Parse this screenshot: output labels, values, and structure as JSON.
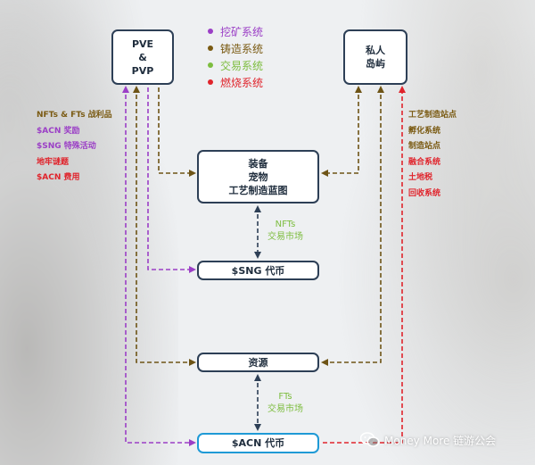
{
  "boxes": {
    "pve": {
      "line1": "PVE",
      "line2": "&",
      "line3": "PVP"
    },
    "island": {
      "line1": "私人",
      "line2": "岛屿"
    },
    "equipment": {
      "line1": "装备",
      "line2": "宠物",
      "line3": "工艺制造蓝图"
    },
    "sng": {
      "label": "$SNG 代币"
    },
    "resources": {
      "label": "资源"
    },
    "acn": {
      "label": "$ACN 代币"
    }
  },
  "legend": [
    {
      "label": "挖矿系统",
      "color": "#9b3fc6"
    },
    {
      "label": "铸造系统",
      "color": "#7a5a12"
    },
    {
      "label": "交易系统",
      "color": "#7dbd3f"
    },
    {
      "label": "燃烧系统",
      "color": "#e0242c"
    }
  ],
  "left_list": [
    {
      "text": "NFTs & FTs 战利品",
      "color": "#7a5a12"
    },
    {
      "text": "$ACN 奖励",
      "color": "#9b3fc6"
    },
    {
      "text": "$SNG 特殊活动",
      "color": "#9b3fc6"
    },
    {
      "text": "地牢谜题",
      "color": "#e0242c"
    },
    {
      "text": "$ACN 费用",
      "color": "#e0242c"
    }
  ],
  "right_list": [
    {
      "text": "工艺制造站点",
      "color": "#7a5a12"
    },
    {
      "text": "孵化系统",
      "color": "#7a5a12"
    },
    {
      "text": "制造站点",
      "color": "#7a5a12"
    },
    {
      "text": "融合系统",
      "color": "#e0242c"
    },
    {
      "text": "土地税",
      "color": "#e0242c"
    },
    {
      "text": "回收系统",
      "color": "#e0242c"
    }
  ],
  "mid_labels": {
    "nfts": {
      "line1": "NFTs",
      "line2": "交易市场",
      "color": "#7dbd3f"
    },
    "fts": {
      "line1": "FTs",
      "line2": "交易市场",
      "color": "#7dbd3f"
    }
  },
  "arrow_colors": {
    "purple": "#9b3fc6",
    "brown": "#6e5416",
    "red": "#e0242c",
    "navy": "#2d3f56"
  },
  "watermark": {
    "text": "Money More 链游公会",
    "icon": "wechat-icon"
  }
}
